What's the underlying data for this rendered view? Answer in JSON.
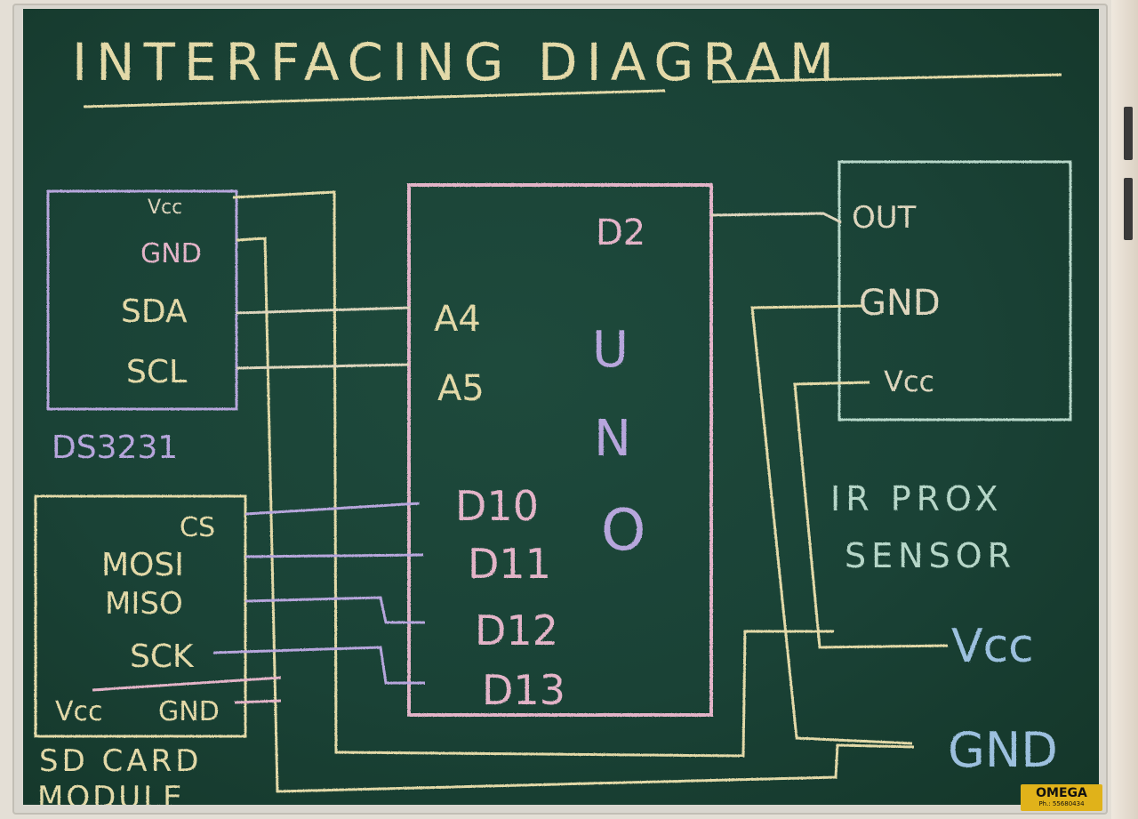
{
  "title": "INTERFACING DIAGRAM",
  "colors": {
    "board": "#1a4236",
    "chalk_white": "#ddd5bd",
    "chalk_yellow": "#e3d9a8",
    "chalk_pink": "#e3b4c8",
    "chalk_purple": "#b7a6dc",
    "chalk_blue": "#9cc0de",
    "chalk_green": "#b6d6c8"
  },
  "modules": {
    "rtc": {
      "name": "DS3231",
      "pins": [
        "Vcc",
        "GND",
        "SDA",
        "SCL"
      ]
    },
    "sd": {
      "name_line1": "SD CARD",
      "name_line2": "MODULE",
      "pins": [
        "CS",
        "MOSI",
        "MISO",
        "SCK"
      ],
      "bottom_pins": [
        "Vcc",
        "GND"
      ]
    },
    "uno": {
      "label": [
        "U",
        "N",
        "O"
      ],
      "pins": [
        "D2",
        "A4",
        "A5",
        "D10",
        "D11",
        "D12",
        "D13"
      ]
    },
    "ir": {
      "name_line1": "IR PROX",
      "name_line2": "SENSOR",
      "pins": [
        "OUT",
        "GND",
        "Vcc"
      ]
    }
  },
  "rails": {
    "vcc": "Vcc",
    "gnd": "GND"
  },
  "brand": {
    "name": "OMEGA",
    "phone": "Ph.: 55680434"
  }
}
